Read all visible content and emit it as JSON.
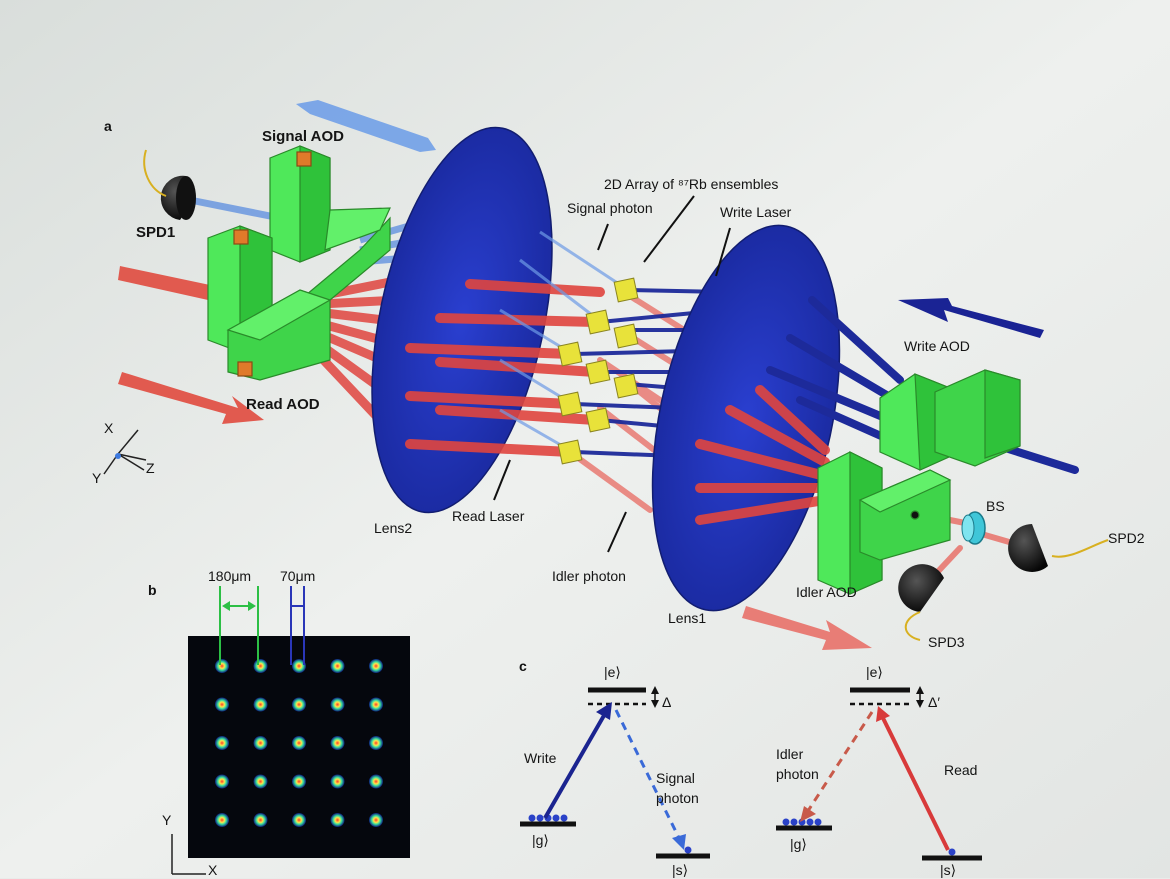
{
  "panels": {
    "a": "a",
    "b": "b",
    "c": "c"
  },
  "setup": {
    "signal_aod": "Signal AOD",
    "read_aod": "Read AOD",
    "write_aod": "Write AOD",
    "idler_aod": "Idler AOD",
    "spd1": "SPD1",
    "spd2": "SPD2",
    "spd3": "SPD3",
    "bs": "BS",
    "lens1": "Lens1",
    "lens2": "Lens2",
    "array_label": "2D Array of ⁸⁷Rb ensembles",
    "signal_photon": "Signal photon",
    "write_laser": "Write Laser",
    "read_laser": "Read Laser",
    "idler_photon": "Idler photon",
    "axis_x": "X",
    "axis_y": "Y",
    "axis_z": "Z"
  },
  "array_panel": {
    "spacing_label": "180μm",
    "waist_label": "70μm",
    "rows": 5,
    "cols": 5,
    "axis_x": "X",
    "axis_y": "Y"
  },
  "levels": {
    "left": {
      "excited": "|e⟩",
      "ground": "|g⟩",
      "storage": "|s⟩",
      "detuning": "Δ",
      "pump": "Write",
      "emit": "Signal photon"
    },
    "right": {
      "excited": "|e⟩",
      "ground": "|g⟩",
      "storage": "|s⟩",
      "detuning": "Δ′",
      "pump": "Read",
      "emit": "Idler photon"
    }
  },
  "colors": {
    "lens": "#1f31b8",
    "aod_green": "#3fe24a",
    "red_beam": "#e03a3a",
    "blue_beam": "#1a1f9a",
    "light_blue_beam": "#5b8de0",
    "ensemble_yellow": "#e8e23a"
  }
}
